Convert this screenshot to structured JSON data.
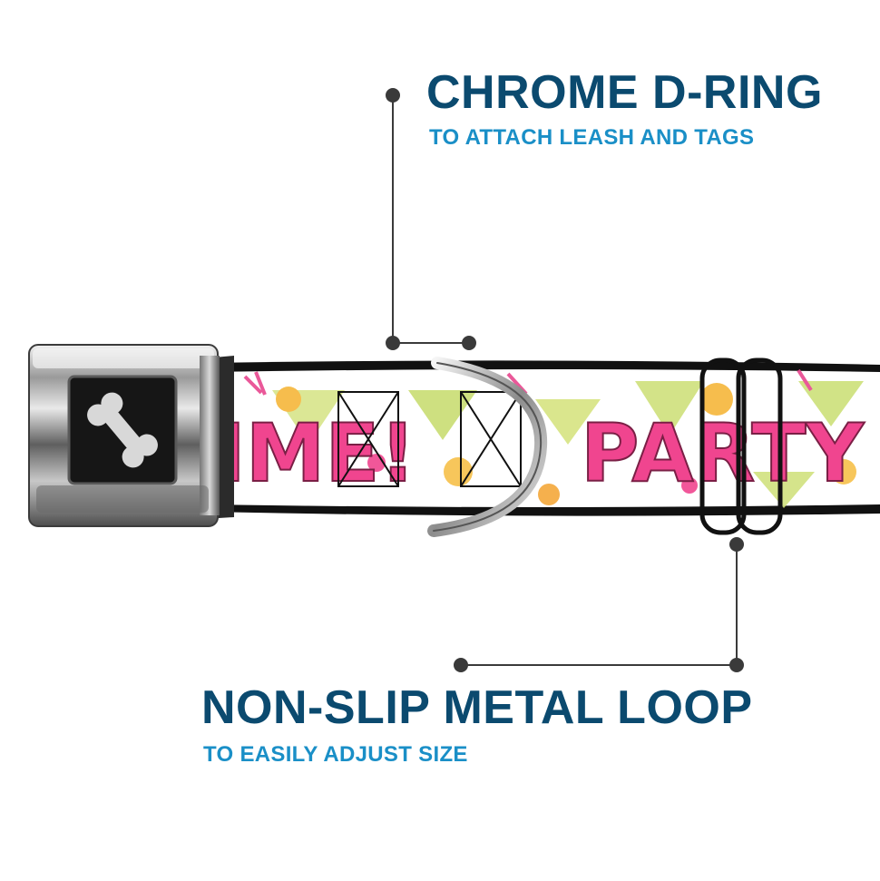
{
  "callouts": {
    "d_ring": {
      "title": "CHROME D-RING",
      "subtitle": "TO ATTACH LEASH AND TAGS"
    },
    "metal_loop": {
      "title": "NON-SLIP METAL LOOP",
      "subtitle": "TO EASILY ADJUST SIZE"
    }
  },
  "collar_print": {
    "fragment_left": "IME!",
    "fragment_right": "PARTY TI"
  },
  "colors": {
    "title": "#0b4a6f",
    "subtitle": "#1a8fc7",
    "leader_line": "#3a3a3a",
    "print_text": "#f0458f"
  },
  "icons": [
    "bone-icon",
    "d-ring-icon",
    "metal-loop-icon",
    "seatbelt-buckle-icon"
  ]
}
